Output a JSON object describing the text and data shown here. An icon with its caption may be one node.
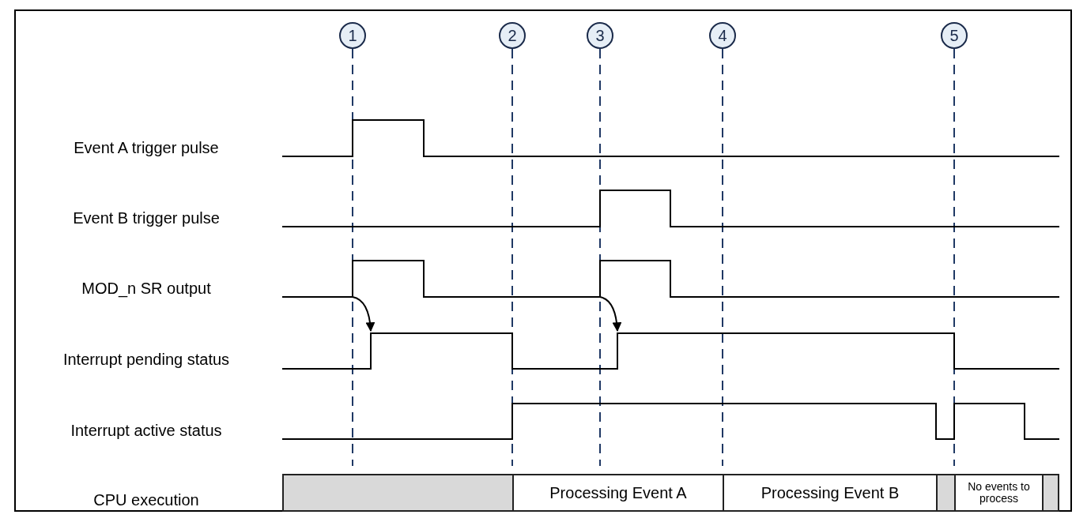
{
  "diagram": {
    "nodes": [
      {
        "text": [
          "1"
        ]
      },
      {
        "text": [
          "2"
        ]
      },
      {
        "text": [
          "3"
        ]
      },
      {
        "text": [
          "4"
        ]
      },
      {
        "text": [
          "5"
        ]
      },
      {
        "text": [],
        "shape": "box"
      },
      {
        "text": [
          "Processing Event A"
        ]
      },
      {
        "text": [
          "Processing Event B"
        ]
      },
      {
        "text": [],
        "shape": "box"
      },
      {
        "text": [
          "No events to process"
        ]
      },
      {
        "text": [],
        "shape": "box"
      }
    ],
    "edges": [],
    "labels": [
      "Event A trigger pulse",
      "Event B trigger pulse",
      "MOD_n SR output",
      "Interrupt pending status",
      "Interrupt active status",
      "CPU execution"
    ]
  }
}
